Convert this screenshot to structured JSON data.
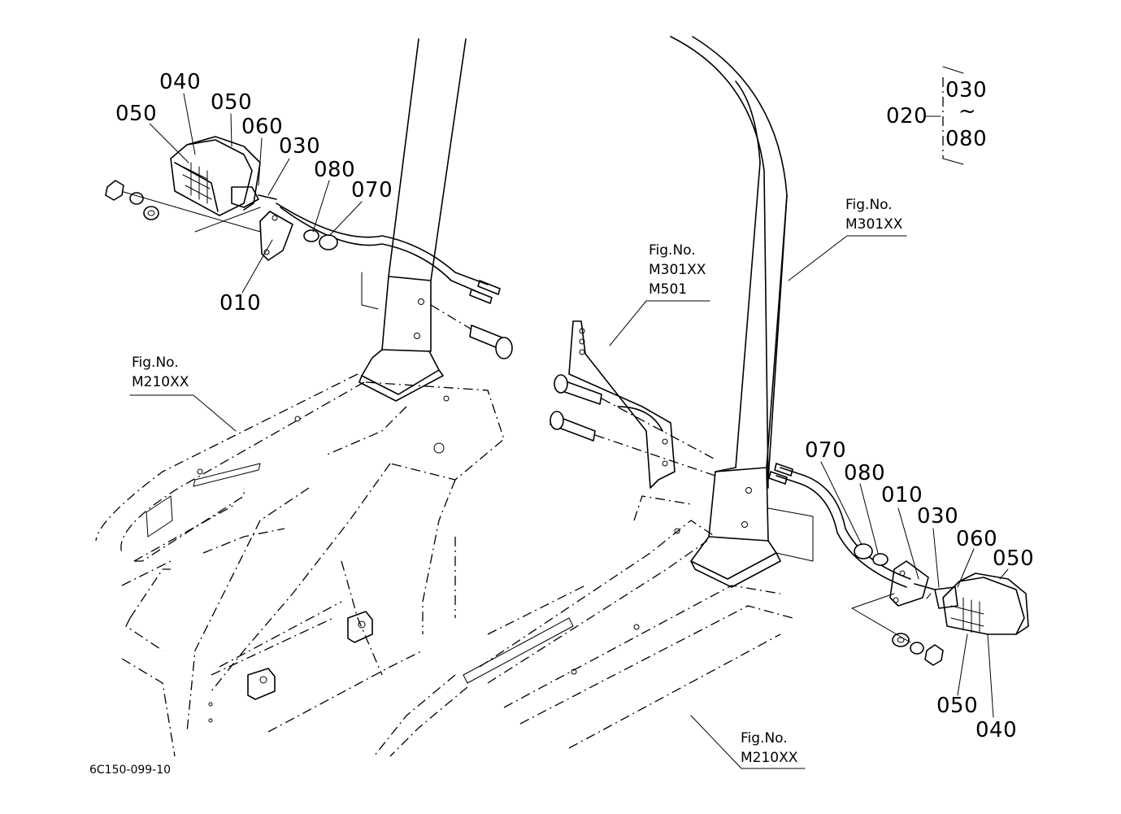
{
  "callouts": {
    "left": [
      "040",
      "050",
      "050",
      "060",
      "030",
      "080",
      "070",
      "010"
    ],
    "right": [
      "070",
      "080",
      "010",
      "030",
      "060",
      "050",
      "050",
      "040"
    ]
  },
  "range": {
    "from": "030",
    "tilde": "~",
    "to": "080",
    "group": "020"
  },
  "fig_refs": [
    {
      "line1": "Fig.No.",
      "line2": "M301XX",
      "line3": ""
    },
    {
      "line1": "Fig.No.",
      "line2": "M301XX",
      "line3": "M501"
    },
    {
      "line1": "Fig.No.",
      "line2": "M210XX",
      "line3": ""
    },
    {
      "line1": "Fig.No.",
      "line2": "M210XX",
      "line3": ""
    }
  ],
  "drawing_code": "6C150-099-10"
}
